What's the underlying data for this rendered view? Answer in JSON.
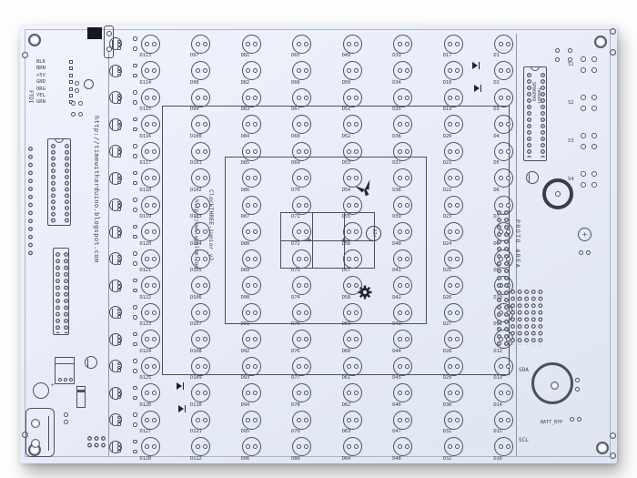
{
  "board": {
    "silk_color": "#3d4250",
    "body_color": "#e7ebf7",
    "title_vertical": "ClockTHREE-junior_v2",
    "url_wyolum": "http://www.wyolum.com",
    "url_blog": "http://timewitharduino.blogspot.com",
    "proto_area_label": "PROTO AREA",
    "logo_text": "3Jr",
    "ftdi_label": "FTDI",
    "sda_label": "SDA",
    "scl_label": "SCL",
    "batt_label": "BATT_BYP",
    "ic_right_line1": "SP06P09",
    "ic_right_line2": "re8o8l",
    "plus_sign": "+",
    "wire_labels": [
      "BLK",
      "BRN",
      "+5V",
      "GND",
      "ORG",
      "YEL",
      "GRN"
    ],
    "switch_labels": [
      "S1",
      "S2",
      "S3",
      "S4"
    ]
  },
  "led_matrix": {
    "designator_prefix": "D",
    "rows": 16,
    "col_start_numbers": [
      113,
      97,
      81,
      65,
      49,
      33,
      17,
      1
    ]
  },
  "drivers": {
    "count": 16
  },
  "resistor_pairs": {
    "count": 16
  }
}
